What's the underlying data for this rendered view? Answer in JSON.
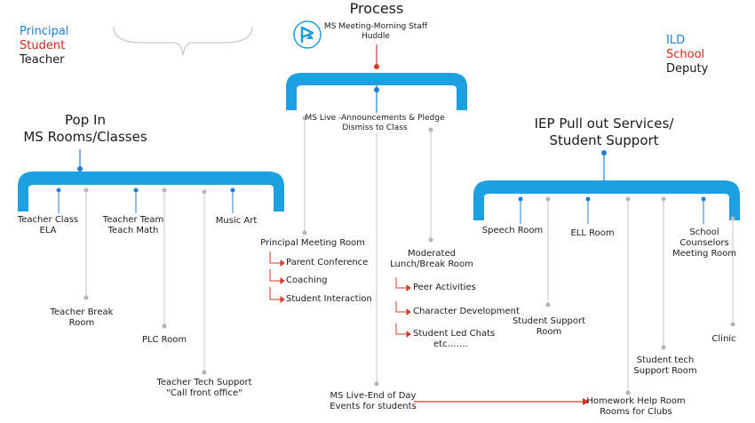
{
  "title": "Process",
  "legend_left": {
    "principal": "Principal",
    "student": "Student",
    "teacher": "Teacher"
  },
  "legend_right": {
    "ild": "ILD",
    "school": "School",
    "deputy": "Deputy"
  },
  "top": {
    "meeting_line1": "MS Meeting-Morning Staff",
    "meeting_line2": "Huddle",
    "announce_line1": "MS Live -Announcements & Pledge",
    "announce_line2": "Dismiss to Class",
    "end_line1": "MS Live-End of Day",
    "end_line2": "Events for students"
  },
  "left_group": {
    "heading_line1": "Pop In",
    "heading_line2": "MS Rooms/Classes",
    "teacher_class_line1": "Teacher Class",
    "teacher_class_line2": "ELA",
    "teacher_team_line1": "Teacher Team",
    "teacher_team_line2": "Teach Math",
    "music_art": "Music Art",
    "break_line1": "Teacher Break",
    "break_line2": "Room",
    "plc": "PLC Room",
    "tech_line1": "Teacher Tech Support",
    "tech_line2": "\"Call front office\""
  },
  "center_group": {
    "principal_room": "Principal Meeting Room",
    "parent_conference": "Parent Conference",
    "coaching": "Coaching",
    "student_interaction": "Student Interaction",
    "lunch_line1": "Moderated",
    "lunch_line2": "Lunch/Break Room",
    "peer_activities": "Peer Activities",
    "character_development": "Character Development",
    "student_led": "Student Led Chats",
    "etc": "etc……."
  },
  "right_group": {
    "heading_line1": "IEP Pull out Services/",
    "heading_line2": "Student Support",
    "speech": "Speech Room",
    "ell": "ELL Room",
    "counselors_line1": "School",
    "counselors_line2": "Counselors",
    "counselors_line3": "Meeting Room",
    "support_line1": "Student Support",
    "support_line2": "Room",
    "tech_line1": "Student tech",
    "tech_line2": "Support Room",
    "clinic": "Clinic",
    "homework_line1": "Homework Help Room",
    "homework_line2": "Rooms for Clubs"
  },
  "colors": {
    "bracket": "#1ba1e2",
    "dot_blue": "#1f7fd1",
    "dot_gray": "#b5b5b5",
    "red": "#d23b2a",
    "logo": "#1d9be0"
  }
}
